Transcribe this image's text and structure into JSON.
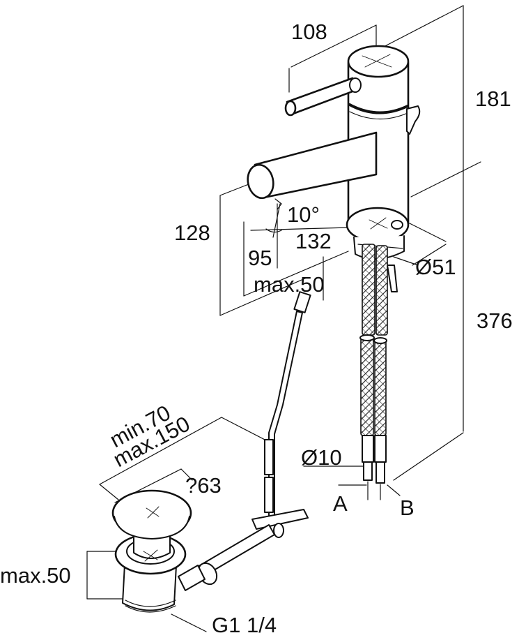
{
  "dimensions": {
    "head_width": "108",
    "upper_height": "181",
    "spout_height": "128",
    "spout_angle": "10°",
    "projection": "132",
    "spout_offset": "95",
    "max_deck": "max.50",
    "base_diameter": "Ø51",
    "total_height": "376",
    "hose_diameter": "Ø10",
    "rod_min": "min.70",
    "rod_max": "max.150",
    "waste_diameter": "?63",
    "waste_max": "max.50",
    "thread": "G1 1/4"
  },
  "connections": {
    "a": "A",
    "b": "B"
  }
}
